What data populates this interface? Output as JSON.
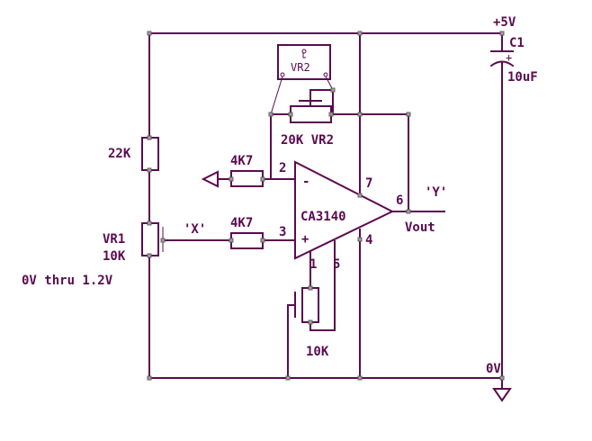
{
  "labels": {
    "supply": "+5V",
    "cap_name": "C1",
    "cap_value": "10uF",
    "r_top": "22K",
    "vr1_name": "VR1",
    "vr1_value": "10K",
    "range": "0V thru 1.2V",
    "x_node": "'X'",
    "r_in2": "4K7",
    "r_in3": "4K7",
    "vr2_box": "VR2",
    "vr2_label": "20K VR2",
    "opamp": "CA3140",
    "pin1": "1",
    "pin2": "2",
    "pin3": "3",
    "pin4": "4",
    "pin5": "5",
    "pin6": "6",
    "pin7": "7",
    "y_node": "'Y'",
    "vout": "Vout",
    "r_offset": "10K",
    "ground": "0V",
    "minus": "-",
    "plus": "+",
    "cap_plus": "+"
  }
}
